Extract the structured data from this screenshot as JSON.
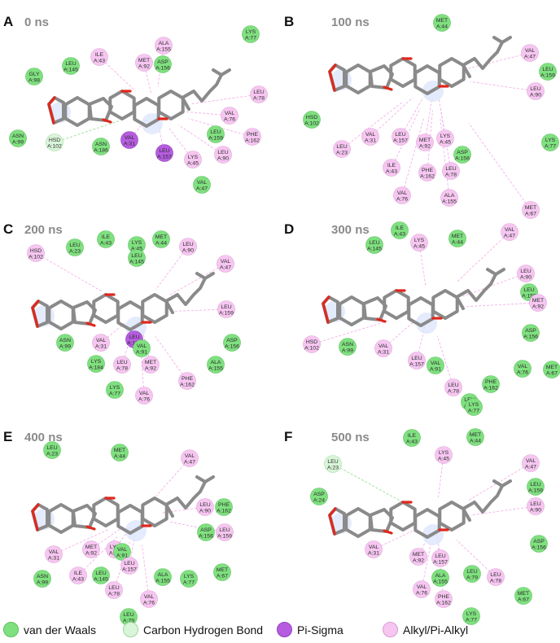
{
  "colors": {
    "van_der_waals": "#7fe07f",
    "carbon_hydrogen_bond": "#d9f5d9",
    "pi_sigma": "#b65ce0",
    "alkyl_pi_alkyl": "#f6c6f1"
  },
  "legend": {
    "items": [
      {
        "label": "van der Waals",
        "type": "vdw"
      },
      {
        "label": "Carbon Hydrogen Bond",
        "type": "chb"
      },
      {
        "label": "Pi-Sigma",
        "type": "pis"
      },
      {
        "label": "Alkyl/Pi-Alkyl",
        "type": "alk"
      }
    ]
  },
  "panels": [
    {
      "letter": "A",
      "time": "0 ns",
      "residues": [
        {
          "name": "ILE",
          "num": "A:43",
          "type": "alk"
        },
        {
          "name": "ALA",
          "num": "A:155",
          "type": "alk"
        },
        {
          "name": "LYS",
          "num": "A:77",
          "type": "vdw"
        },
        {
          "name": "LEU",
          "num": "A:145",
          "type": "vdw"
        },
        {
          "name": "MET",
          "num": "A:92",
          "type": "alk"
        },
        {
          "name": "ASP",
          "num": "A:156",
          "type": "vdw"
        },
        {
          "name": "GLY",
          "num": "A:98",
          "type": "vdw"
        },
        {
          "name": "LEU",
          "num": "A:78",
          "type": "alk"
        },
        {
          "name": "VAL",
          "num": "A:76",
          "type": "alk"
        },
        {
          "name": "ASN",
          "num": "A:99",
          "type": "vdw"
        },
        {
          "name": "LEU",
          "num": "A:159",
          "type": "vdw"
        },
        {
          "name": "PHE",
          "num": "A:162",
          "type": "alk"
        },
        {
          "name": "HSD",
          "num": "A:102",
          "type": "chb"
        },
        {
          "name": "VAL",
          "num": "A:31",
          "type": "pis"
        },
        {
          "name": "LEU",
          "num": "A:157",
          "type": "pis"
        },
        {
          "name": "LYS",
          "num": "A:45",
          "type": "alk"
        },
        {
          "name": "LEU",
          "num": "A:90",
          "type": "alk"
        },
        {
          "name": "ASN",
          "num": "A:186",
          "type": "vdw"
        },
        {
          "name": "VAL",
          "num": "A:47",
          "type": "vdw"
        }
      ]
    },
    {
      "letter": "B",
      "time": "100 ns",
      "residues": [
        {
          "name": "MET",
          "num": "A:44",
          "type": "vdw"
        },
        {
          "name": "VAL",
          "num": "A:47",
          "type": "alk"
        },
        {
          "name": "LEU",
          "num": "A:159",
          "type": "vdw"
        },
        {
          "name": "LEU",
          "num": "A:90",
          "type": "alk"
        },
        {
          "name": "HSD",
          "num": "A:102",
          "type": "vdw"
        },
        {
          "name": "VAL",
          "num": "A:31",
          "type": "alk"
        },
        {
          "name": "LEU",
          "num": "A:157",
          "type": "alk"
        },
        {
          "name": "MET",
          "num": "A:92",
          "type": "alk"
        },
        {
          "name": "LYS",
          "num": "A:45",
          "type": "alk"
        },
        {
          "name": "ASP",
          "num": "A:156",
          "type": "vdw"
        },
        {
          "name": "LEU",
          "num": "A:23",
          "type": "alk"
        },
        {
          "name": "ILE",
          "num": "A:43",
          "type": "alk"
        },
        {
          "name": "PHE",
          "num": "A:162",
          "type": "alk"
        },
        {
          "name": "LEU",
          "num": "A:78",
          "type": "alk"
        },
        {
          "name": "LYS",
          "num": "A:77",
          "type": "vdw"
        },
        {
          "name": "MET",
          "num": "A:67",
          "type": "alk"
        },
        {
          "name": "VAL",
          "num": "A:76",
          "type": "alk"
        },
        {
          "name": "ALA",
          "num": "A:155",
          "type": "alk"
        }
      ]
    },
    {
      "letter": "C",
      "time": "200 ns",
      "residues": [
        {
          "name": "HSD",
          "num": "A:102",
          "type": "alk"
        },
        {
          "name": "LEU",
          "num": "A:23",
          "type": "vdw"
        },
        {
          "name": "ILE",
          "num": "A:43",
          "type": "vdw"
        },
        {
          "name": "LYS",
          "num": "A:45",
          "type": "vdw"
        },
        {
          "name": "LEU",
          "num": "A:145",
          "type": "vdw"
        },
        {
          "name": "MET",
          "num": "A:44",
          "type": "vdw"
        },
        {
          "name": "LEU",
          "num": "A:90",
          "type": "alk"
        },
        {
          "name": "VAL",
          "num": "A:47",
          "type": "alk"
        },
        {
          "name": "LEU",
          "num": "A:159",
          "type": "alk"
        },
        {
          "name": "ASN",
          "num": "A:99",
          "type": "vdw"
        },
        {
          "name": "VAL",
          "num": "A:31",
          "type": "alk"
        },
        {
          "name": "LEU",
          "num": "A:157",
          "type": "pis"
        },
        {
          "name": "VAL",
          "num": "A:91",
          "type": "vdw"
        },
        {
          "name": "ASP",
          "num": "A:156",
          "type": "vdw"
        },
        {
          "name": "LYS",
          "num": "A:184",
          "type": "vdw"
        },
        {
          "name": "LEU",
          "num": "A:78",
          "type": "alk"
        },
        {
          "name": "MET",
          "num": "A:92",
          "type": "alk"
        },
        {
          "name": "ALA",
          "num": "A:155",
          "type": "vdw"
        },
        {
          "name": "PHE",
          "num": "A:162",
          "type": "alk"
        },
        {
          "name": "LYS",
          "num": "A:77",
          "type": "vdw"
        },
        {
          "name": "VAL",
          "num": "A:76",
          "type": "alk"
        }
      ]
    },
    {
      "letter": "D",
      "time": "300 ns",
      "residues": [
        {
          "name": "ILE",
          "num": "A:43",
          "type": "vdw"
        },
        {
          "name": "LEU",
          "num": "A:145",
          "type": "vdw"
        },
        {
          "name": "LYS",
          "num": "A:45",
          "type": "alk"
        },
        {
          "name": "MET",
          "num": "A:44",
          "type": "vdw"
        },
        {
          "name": "VAL",
          "num": "A:47",
          "type": "alk"
        },
        {
          "name": "LEU",
          "num": "A:90",
          "type": "alk"
        },
        {
          "name": "LEU",
          "num": "A:159",
          "type": "vdw"
        },
        {
          "name": "MET",
          "num": "A:92",
          "type": "alk"
        },
        {
          "name": "ASP",
          "num": "A:156",
          "type": "vdw"
        },
        {
          "name": "HSD",
          "num": "A:102",
          "type": "alk"
        },
        {
          "name": "ASN",
          "num": "A:99",
          "type": "vdw"
        },
        {
          "name": "VAL",
          "num": "A:31",
          "type": "alk"
        },
        {
          "name": "LEU",
          "num": "A:157",
          "type": "alk"
        },
        {
          "name": "VAL",
          "num": "A:91",
          "type": "vdw"
        },
        {
          "name": "VAL",
          "num": "A:76",
          "type": "vdw"
        },
        {
          "name": "MET",
          "num": "A:67",
          "type": "vdw"
        },
        {
          "name": "LEU",
          "num": "A:78",
          "type": "alk"
        },
        {
          "name": "PHE",
          "num": "A:162",
          "type": "vdw"
        },
        {
          "name": "LEU",
          "num": "A:79",
          "type": "vdw"
        },
        {
          "name": "LYS",
          "num": "A:77",
          "type": "vdw"
        }
      ]
    },
    {
      "letter": "E",
      "time": "400 ns",
      "residues": [
        {
          "name": "LEU",
          "num": "A:23",
          "type": "vdw"
        },
        {
          "name": "MET",
          "num": "A:44",
          "type": "vdw"
        },
        {
          "name": "VAL",
          "num": "A:47",
          "type": "alk"
        },
        {
          "name": "LEU",
          "num": "A:90",
          "type": "alk"
        },
        {
          "name": "PHE",
          "num": "A:162",
          "type": "vdw"
        },
        {
          "name": "ASP",
          "num": "A:156",
          "type": "vdw"
        },
        {
          "name": "LEU",
          "num": "A:159",
          "type": "alk"
        },
        {
          "name": "VAL",
          "num": "A:31",
          "type": "alk"
        },
        {
          "name": "MET",
          "num": "A:92",
          "type": "alk"
        },
        {
          "name": "LYS",
          "num": "A:45",
          "type": "alk"
        },
        {
          "name": "VAL",
          "num": "A:91",
          "type": "vdw"
        },
        {
          "name": "LEU",
          "num": "A:157",
          "type": "alk"
        },
        {
          "name": "ASN",
          "num": "A:99",
          "type": "vdw"
        },
        {
          "name": "ILE",
          "num": "A:43",
          "type": "alk"
        },
        {
          "name": "LEU",
          "num": "A:145",
          "type": "vdw"
        },
        {
          "name": "LEU",
          "num": "A:78",
          "type": "alk"
        },
        {
          "name": "ALA",
          "num": "A:155",
          "type": "vdw"
        },
        {
          "name": "LYS",
          "num": "A:77",
          "type": "vdw"
        },
        {
          "name": "MET",
          "num": "A:67",
          "type": "vdw"
        },
        {
          "name": "VAL",
          "num": "A:76",
          "type": "alk"
        },
        {
          "name": "LEU",
          "num": "A:79",
          "type": "vdw"
        }
      ]
    },
    {
      "letter": "F",
      "time": "500 ns",
      "residues": [
        {
          "name": "ILE",
          "num": "A:43",
          "type": "vdw"
        },
        {
          "name": "LYS",
          "num": "A:45",
          "type": "alk"
        },
        {
          "name": "MET",
          "num": "A:44",
          "type": "vdw"
        },
        {
          "name": "LEU",
          "num": "A:23",
          "type": "chb"
        },
        {
          "name": "VAL",
          "num": "A:47",
          "type": "alk"
        },
        {
          "name": "LEU",
          "num": "A:159",
          "type": "vdw"
        },
        {
          "name": "LEU",
          "num": "A:90",
          "type": "alk"
        },
        {
          "name": "ASP",
          "num": "A:24",
          "type": "vdw"
        },
        {
          "name": "VAL",
          "num": "A:31",
          "type": "alk"
        },
        {
          "name": "MET",
          "num": "A:92",
          "type": "alk"
        },
        {
          "name": "LEU",
          "num": "A:157",
          "type": "alk"
        },
        {
          "name": "ASP",
          "num": "A:156",
          "type": "vdw"
        },
        {
          "name": "ALA",
          "num": "A:155",
          "type": "vdw"
        },
        {
          "name": "LEU",
          "num": "A:79",
          "type": "vdw"
        },
        {
          "name": "LEU",
          "num": "A:78",
          "type": "alk"
        },
        {
          "name": "VAL",
          "num": "A:76",
          "type": "alk"
        },
        {
          "name": "PHE",
          "num": "A:162",
          "type": "alk"
        },
        {
          "name": "MET",
          "num": "A:67",
          "type": "vdw"
        },
        {
          "name": "LYS",
          "num": "A:77",
          "type": "vdw"
        }
      ]
    }
  ]
}
